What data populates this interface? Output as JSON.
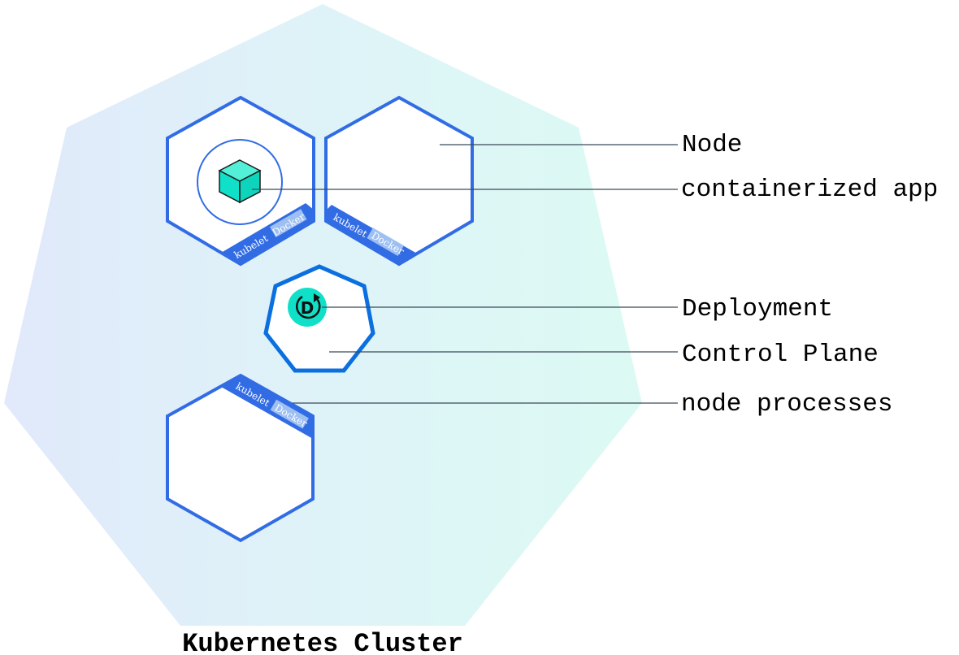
{
  "cluster": {
    "title": "Kubernetes Cluster"
  },
  "callouts": {
    "node": "Node",
    "containerized_app": "containerized app",
    "deployment": "Deployment",
    "control_plane": "Control Plane",
    "node_processes": "node processes"
  },
  "node_badges": {
    "kubelet": "kubelet",
    "docker": "Docker"
  },
  "deployment_icon": {
    "letter": "D"
  },
  "colors": {
    "node_border": "#326ce5",
    "control_plane_border": "#0b6fe0",
    "accent_teal": "#10e0c8",
    "badge_light": "#a9c9f2",
    "callout_line": "#3b4a5a",
    "cluster_gradient_left": "#e0e9fa",
    "cluster_gradient_right": "#dcfaf4"
  }
}
